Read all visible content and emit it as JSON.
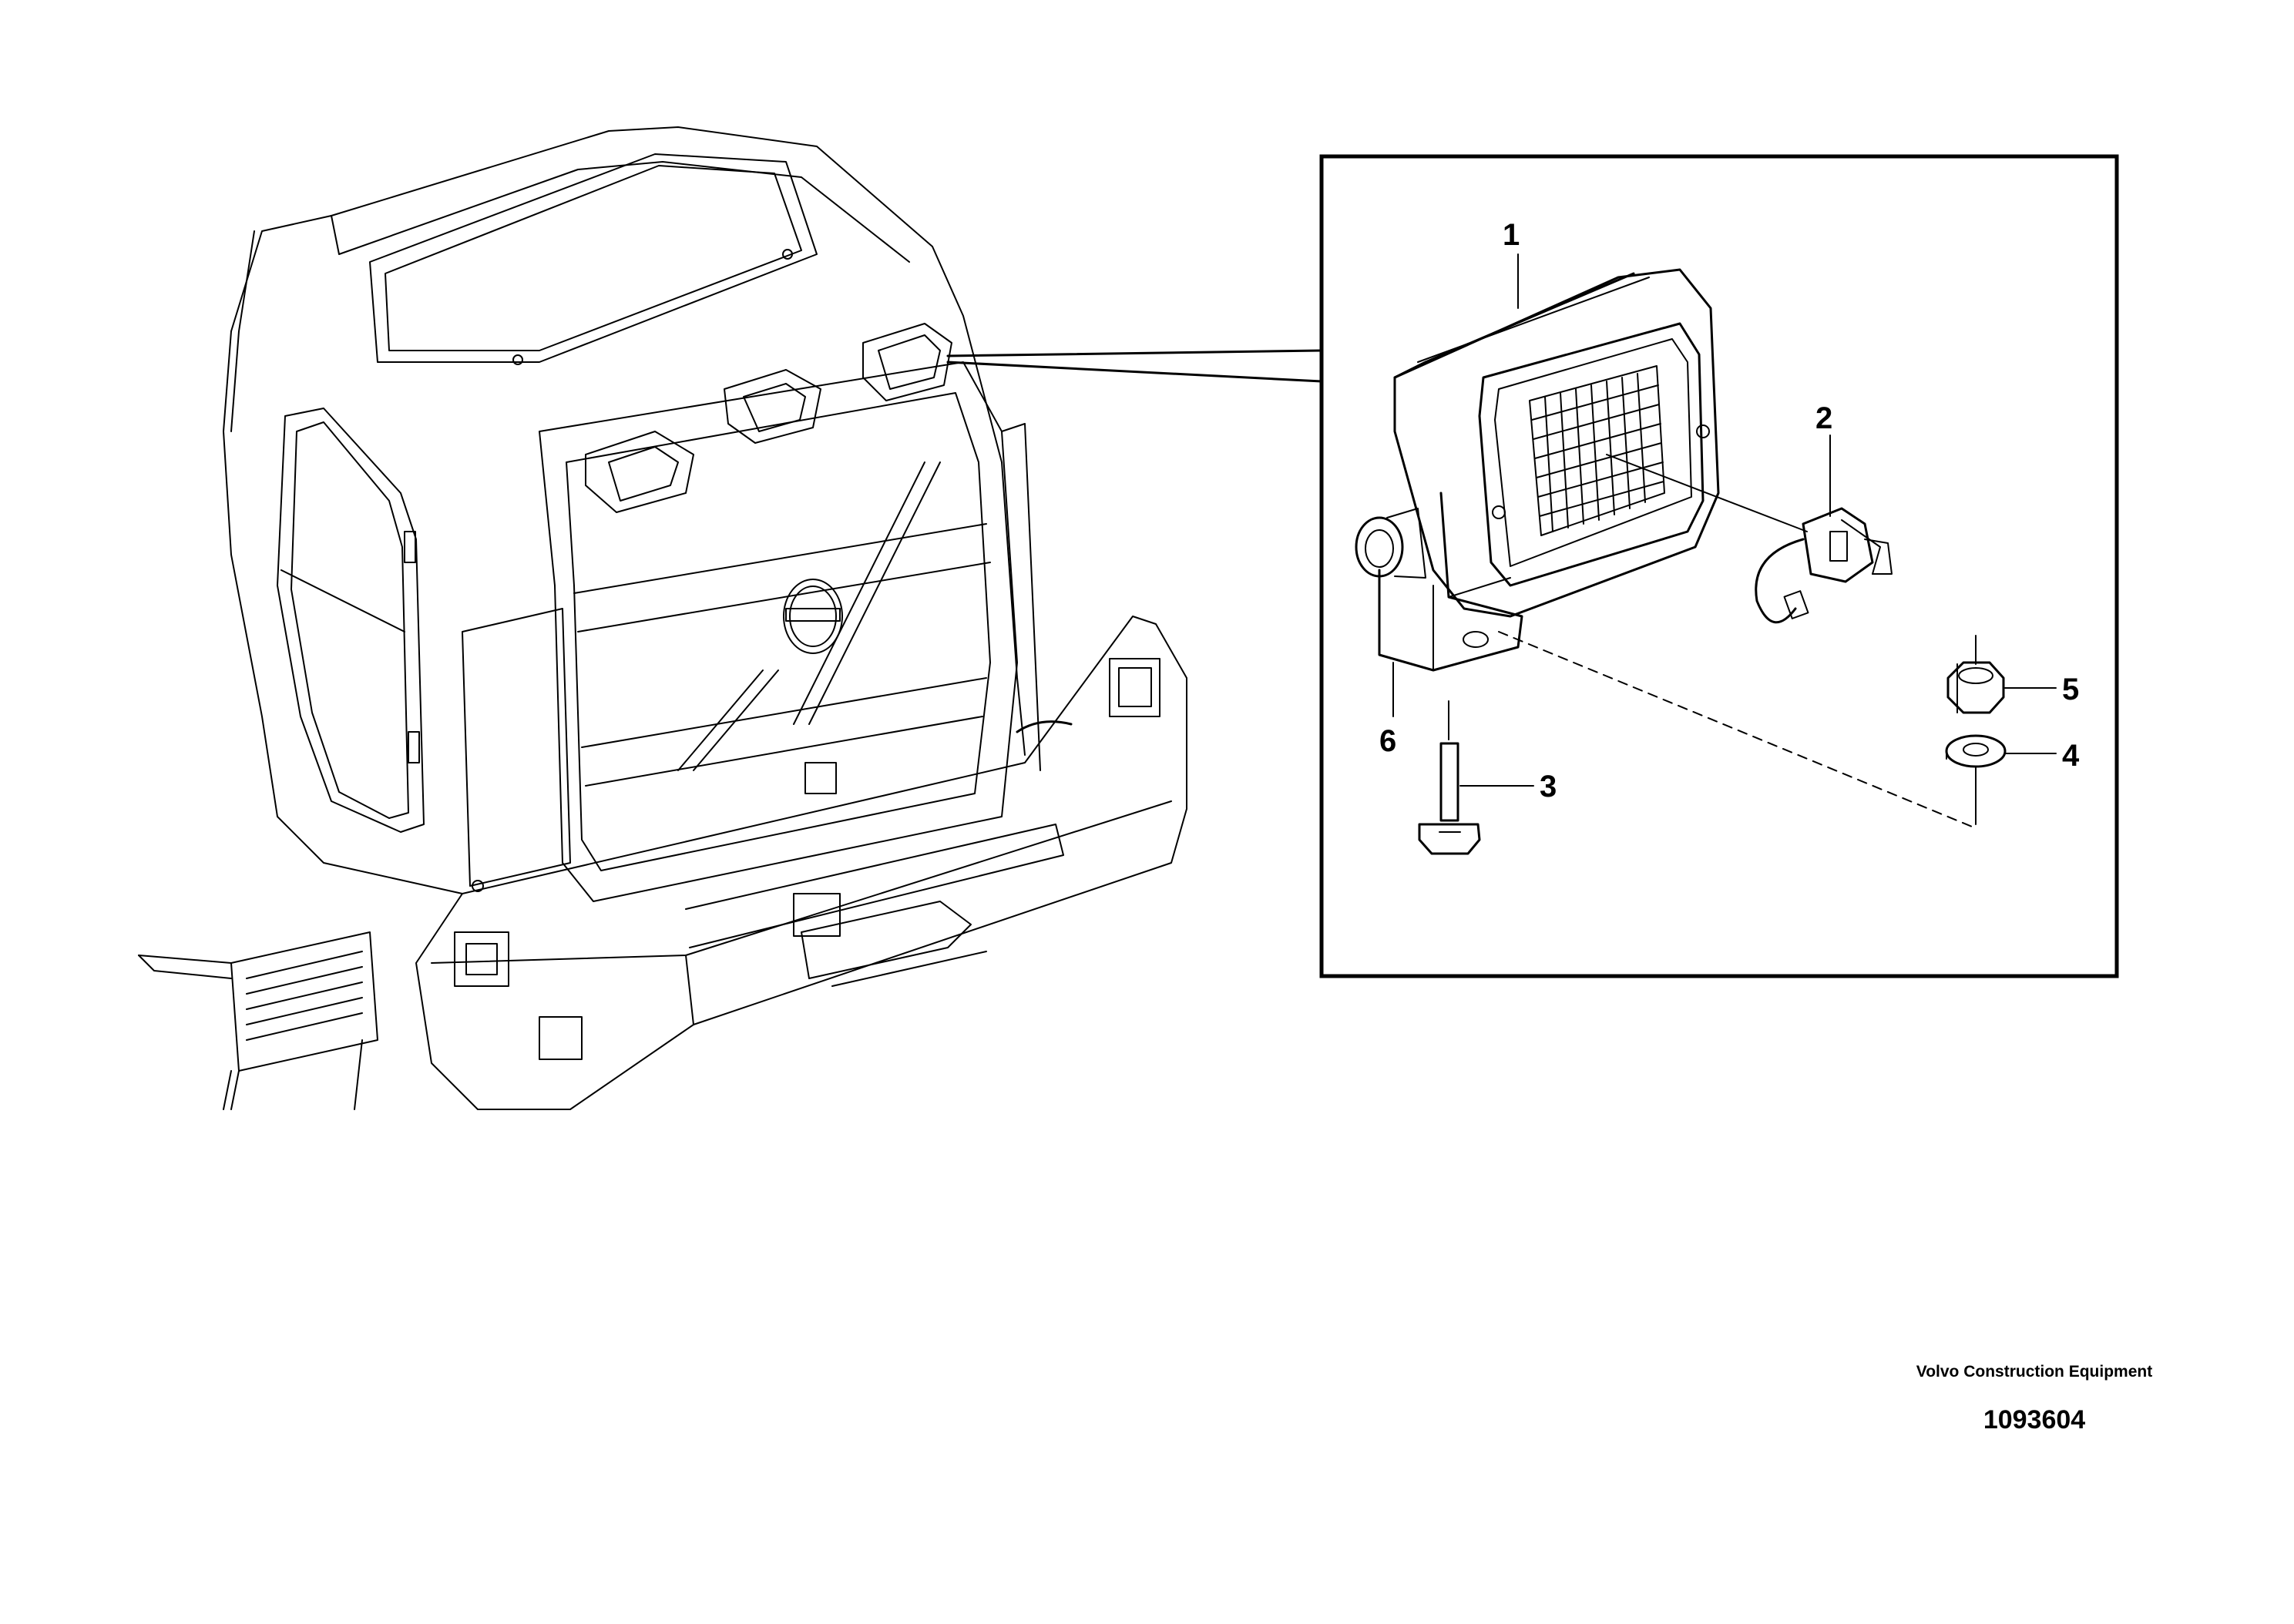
{
  "callouts": [
    {
      "id": "1",
      "label": "1"
    },
    {
      "id": "2",
      "label": "2"
    },
    {
      "id": "3",
      "label": "3"
    },
    {
      "id": "4",
      "label": "4"
    },
    {
      "id": "5",
      "label": "5"
    },
    {
      "id": "6",
      "label": "6"
    }
  ],
  "credit": {
    "company": "Volvo Construction Equipment",
    "code": "1093604"
  },
  "colors": {
    "line": "#000000",
    "background": "#ffffff"
  }
}
